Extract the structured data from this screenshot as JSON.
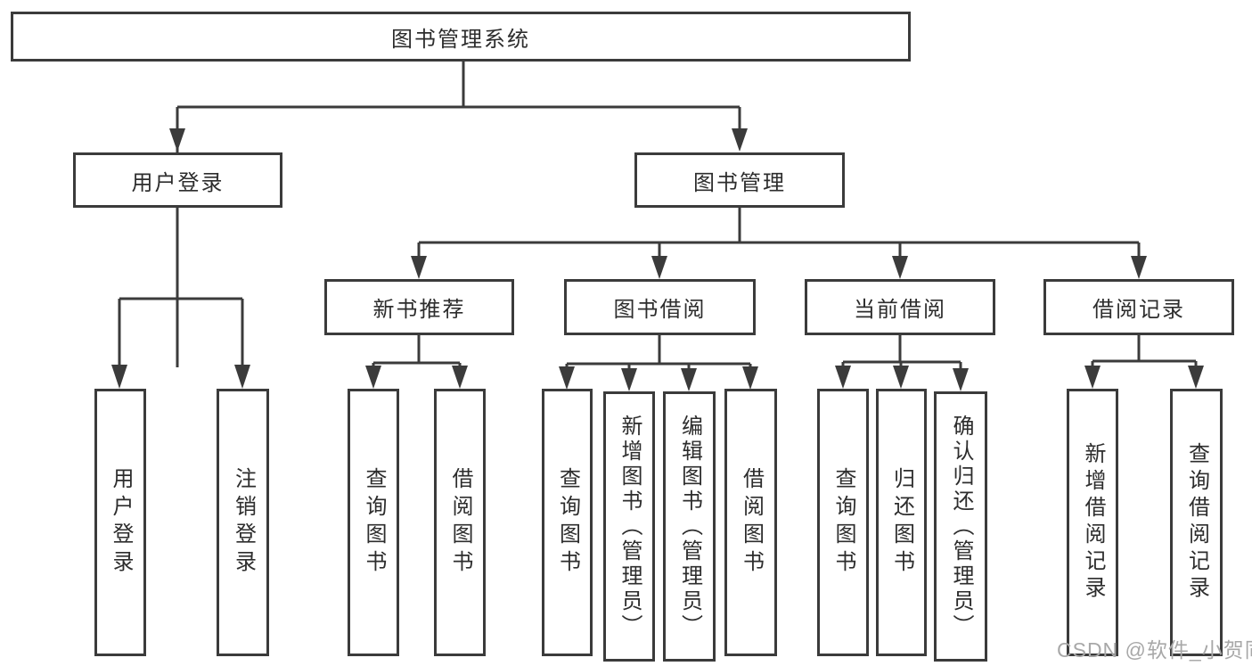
{
  "tree": {
    "root": {
      "label": "图书管理系统"
    },
    "branches": [
      {
        "label": "用户登录",
        "children": [
          {
            "label": "用户登录"
          },
          {
            "label": "注销登录"
          }
        ]
      },
      {
        "label": "图书管理",
        "children": [
          {
            "label": "新书推荐",
            "children": [
              {
                "label": "查询图书"
              },
              {
                "label": "借阅图书"
              }
            ]
          },
          {
            "label": "图书借阅",
            "children": [
              {
                "label": "查询图书"
              },
              {
                "label": "新增图书（管理员）"
              },
              {
                "label": "编辑图书（管理员）"
              },
              {
                "label": "借阅图书"
              }
            ]
          },
          {
            "label": "当前借阅",
            "children": [
              {
                "label": "查询图书"
              },
              {
                "label": "归还图书"
              },
              {
                "label": "确认归还（管理员）"
              }
            ]
          },
          {
            "label": "借阅记录",
            "children": [
              {
                "label": "新增借阅记录"
              },
              {
                "label": "查询借阅记录"
              }
            ]
          }
        ]
      }
    ]
  },
  "watermark": {
    "text": "CSDN @软件_小贺同学"
  },
  "colors": {
    "line": "#3b3b3b",
    "box_border": "#3b3b3b",
    "box_background": "#ffffff",
    "text": "#2d2d2d",
    "watermark": "#a8a8a8"
  }
}
